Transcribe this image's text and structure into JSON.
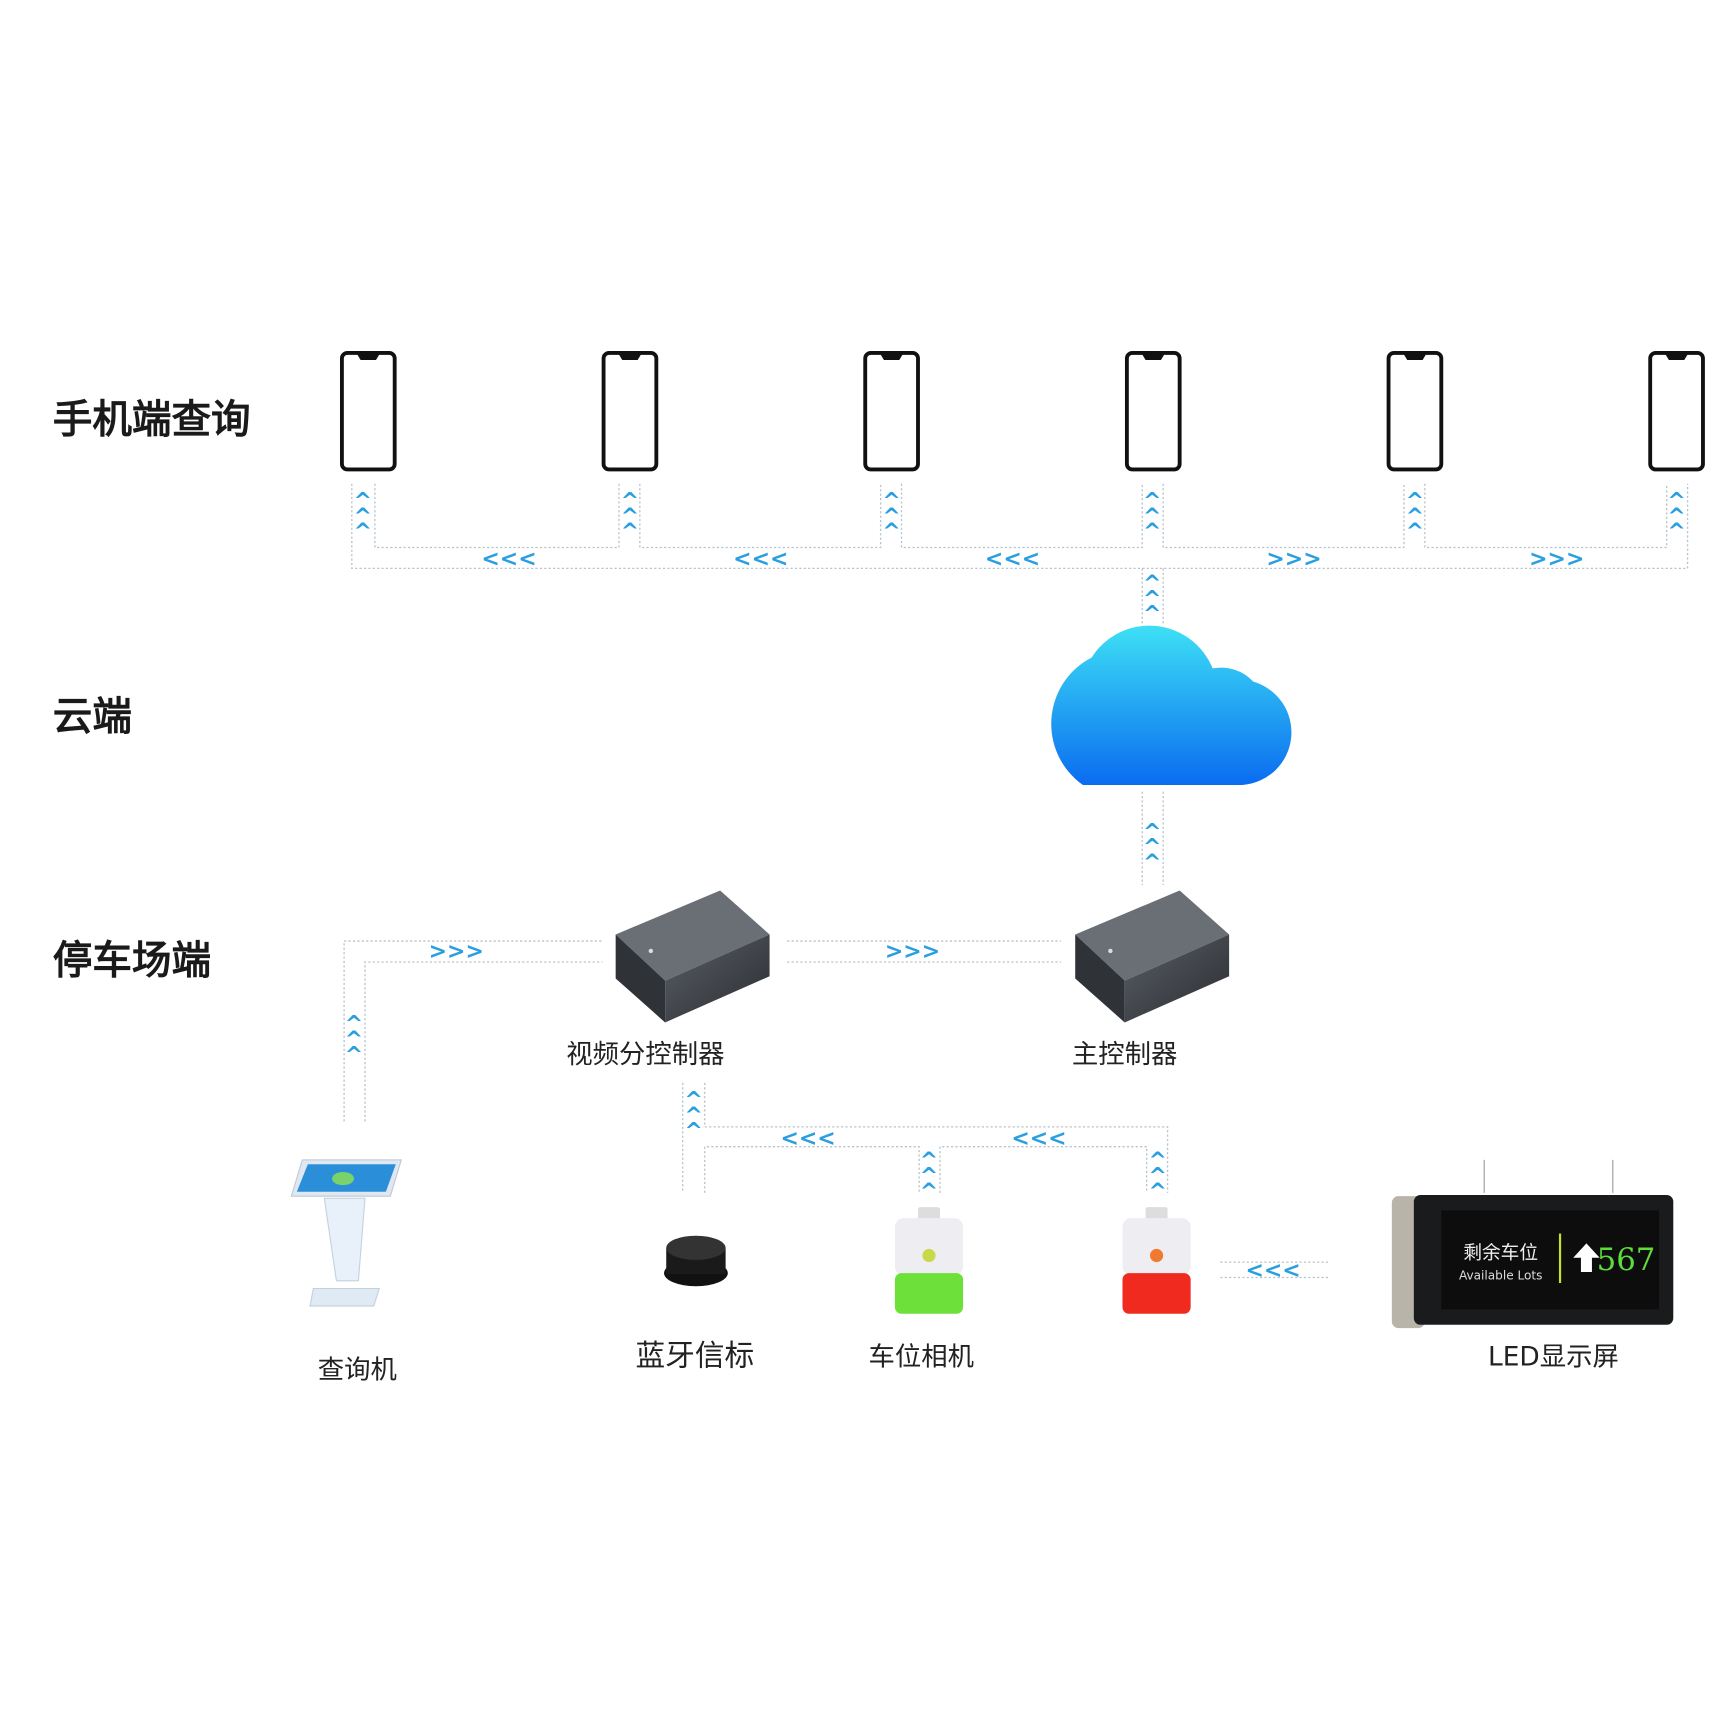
{
  "tiers": {
    "mobile": "手机端查询",
    "cloud": "云端",
    "parking": "停车场端"
  },
  "devices": {
    "video_sub_controller": "视频分控制器",
    "main_controller": "主控制器",
    "kiosk": "查询机",
    "beacon": "蓝牙信标",
    "parking_camera": "车位相机",
    "led_display": "LED显示屏"
  },
  "led_sign": {
    "title_cn": "剩余车位",
    "title_en": "Available Lots",
    "count": "567"
  },
  "arrows": {
    "left": "<<<",
    "right": ">>>"
  },
  "colors": {
    "arrow": "#2a9fe0",
    "cloud_top": "#3ee0f5",
    "cloud_bottom": "#0a6cf0",
    "led_number": "#5ddc3a",
    "camera_green": "#6ee03a",
    "camera_red": "#f02a1e"
  }
}
